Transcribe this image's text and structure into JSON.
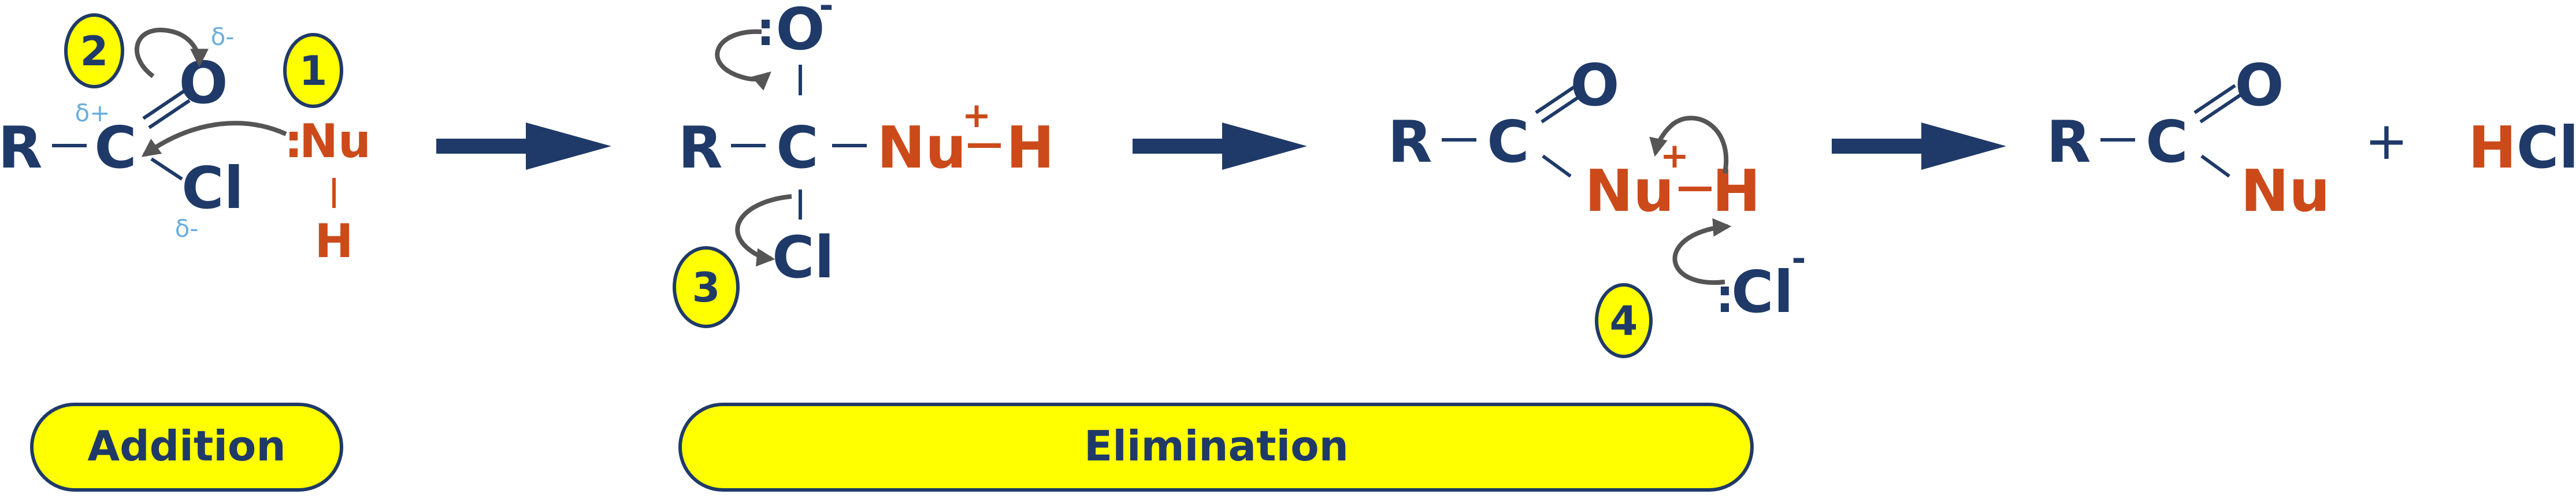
{
  "colors": {
    "navy": "#1f3a68",
    "orange": "#cc4a1a",
    "light_blue": "#6aaee0",
    "yellow": "#ffff00",
    "gray": "#555555"
  },
  "atoms": {
    "R": "R",
    "C": "C",
    "O": "O",
    "Cl": "Cl",
    "Nu": "Nu",
    "H": "H",
    "HCl_H": "H",
    "HCl_Cl": "Cl",
    "lone_pair": ":",
    "plus": "+",
    "minus": "-",
    "reaction_plus": "+",
    "delta_plus": "δ+",
    "delta_minus": "δ-"
  },
  "step_markers": [
    "2",
    "1",
    "3",
    "4"
  ],
  "stage_labels": {
    "addition": "Addition",
    "elimination": "Elimination"
  },
  "icons": {
    "reaction_arrow": "right-arrow-icon",
    "electron_arrow": "curved-arrow-icon"
  }
}
